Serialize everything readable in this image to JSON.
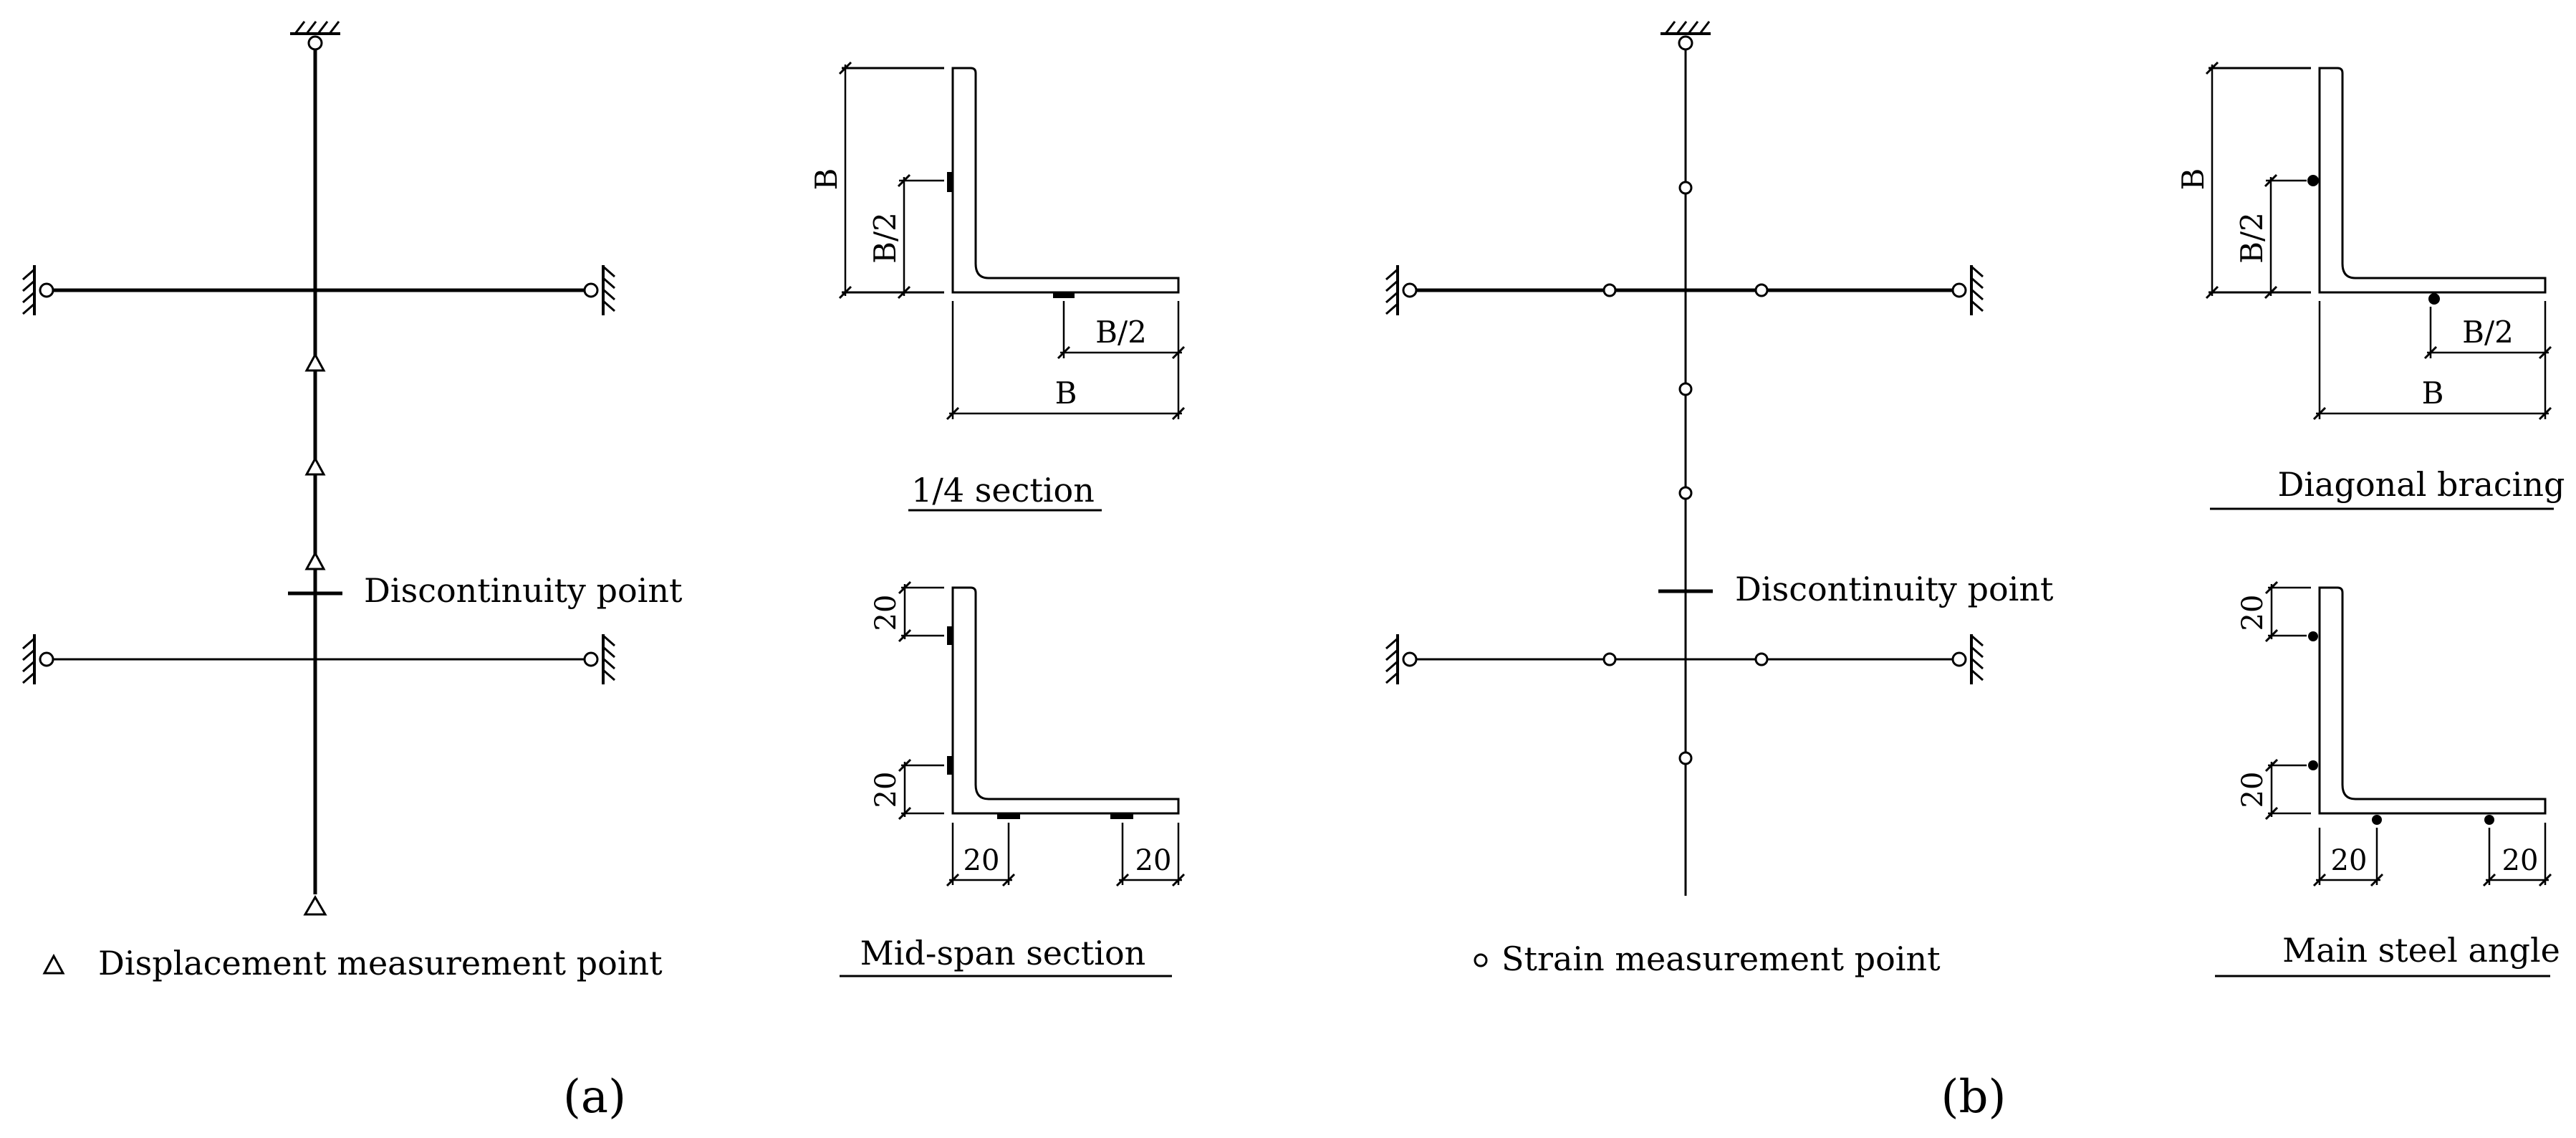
{
  "figure_a": {
    "label": "(a)",
    "discontinuity_label": "Discontinuity point",
    "legend_label": "Displacement measurement point",
    "section_quarter": {
      "caption": "1/4 section",
      "dim_B_vertical": "B",
      "dim_half_vertical": "B/2",
      "dim_half_horizontal": "B/2",
      "dim_B_horizontal": "B"
    },
    "section_midspan": {
      "caption": "Mid-span section",
      "dim_top_left": "20",
      "dim_bottom_left": "20",
      "dim_left_bottom": "20",
      "dim_right_bottom": "20"
    }
  },
  "figure_b": {
    "label": "(b)",
    "discontinuity_label": "Discontinuity point",
    "legend_label": "Strain measurement point",
    "section_bracing": {
      "caption": "Diagonal bracing",
      "dim_B_vertical": "B",
      "dim_half_vertical": "B/2",
      "dim_half_horizontal": "B/2",
      "dim_B_horizontal": "B"
    },
    "section_main": {
      "caption": "Main steel angle",
      "dim_top_left": "20",
      "dim_bottom_left": "20",
      "dim_left_bottom": "20",
      "dim_right_bottom": "20"
    }
  }
}
